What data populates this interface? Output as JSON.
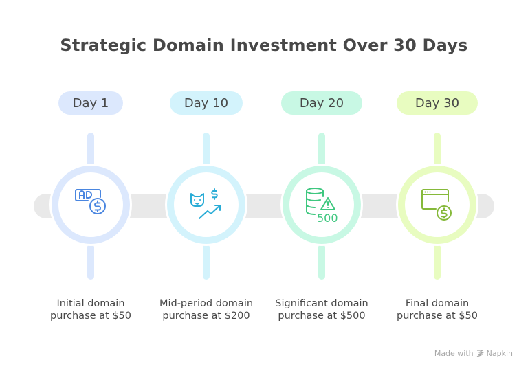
{
  "title": "Strategic Domain Investment Over 30 Days",
  "steps": [
    {
      "label": "Day 1",
      "description_line1": "Initial domain",
      "description_line2": "purchase at $50",
      "icon": "ad-dollar-icon",
      "pill_color": "#dce8fd",
      "ring_color": "#dce8fd",
      "icon_color": "#4a86e0"
    },
    {
      "label": "Day 10",
      "description_line1": "Mid-period domain",
      "description_line2": "purchase at $200",
      "icon": "cat-dollar-trend-icon",
      "pill_color": "#d3f3fc",
      "ring_color": "#d3f3fc",
      "icon_color": "#29acd6"
    },
    {
      "label": "Day 20",
      "description_line1": "Significant domain",
      "description_line2": "purchase at $500",
      "icon": "database-warning-500-icon",
      "pill_color": "#c8f8e4",
      "ring_color": "#c8f8e4",
      "icon_color": "#3ec77f",
      "icon_text": "500"
    },
    {
      "label": "Day 30",
      "description_line1": "Final domain",
      "description_line2": "purchase at $50",
      "icon": "browser-dollar-icon",
      "pill_color": "#e8fcc0",
      "ring_color": "#e8fcc0",
      "icon_color": "#86b93a"
    }
  ],
  "footer": {
    "made_with": "Made with",
    "brand": "Napkin"
  }
}
